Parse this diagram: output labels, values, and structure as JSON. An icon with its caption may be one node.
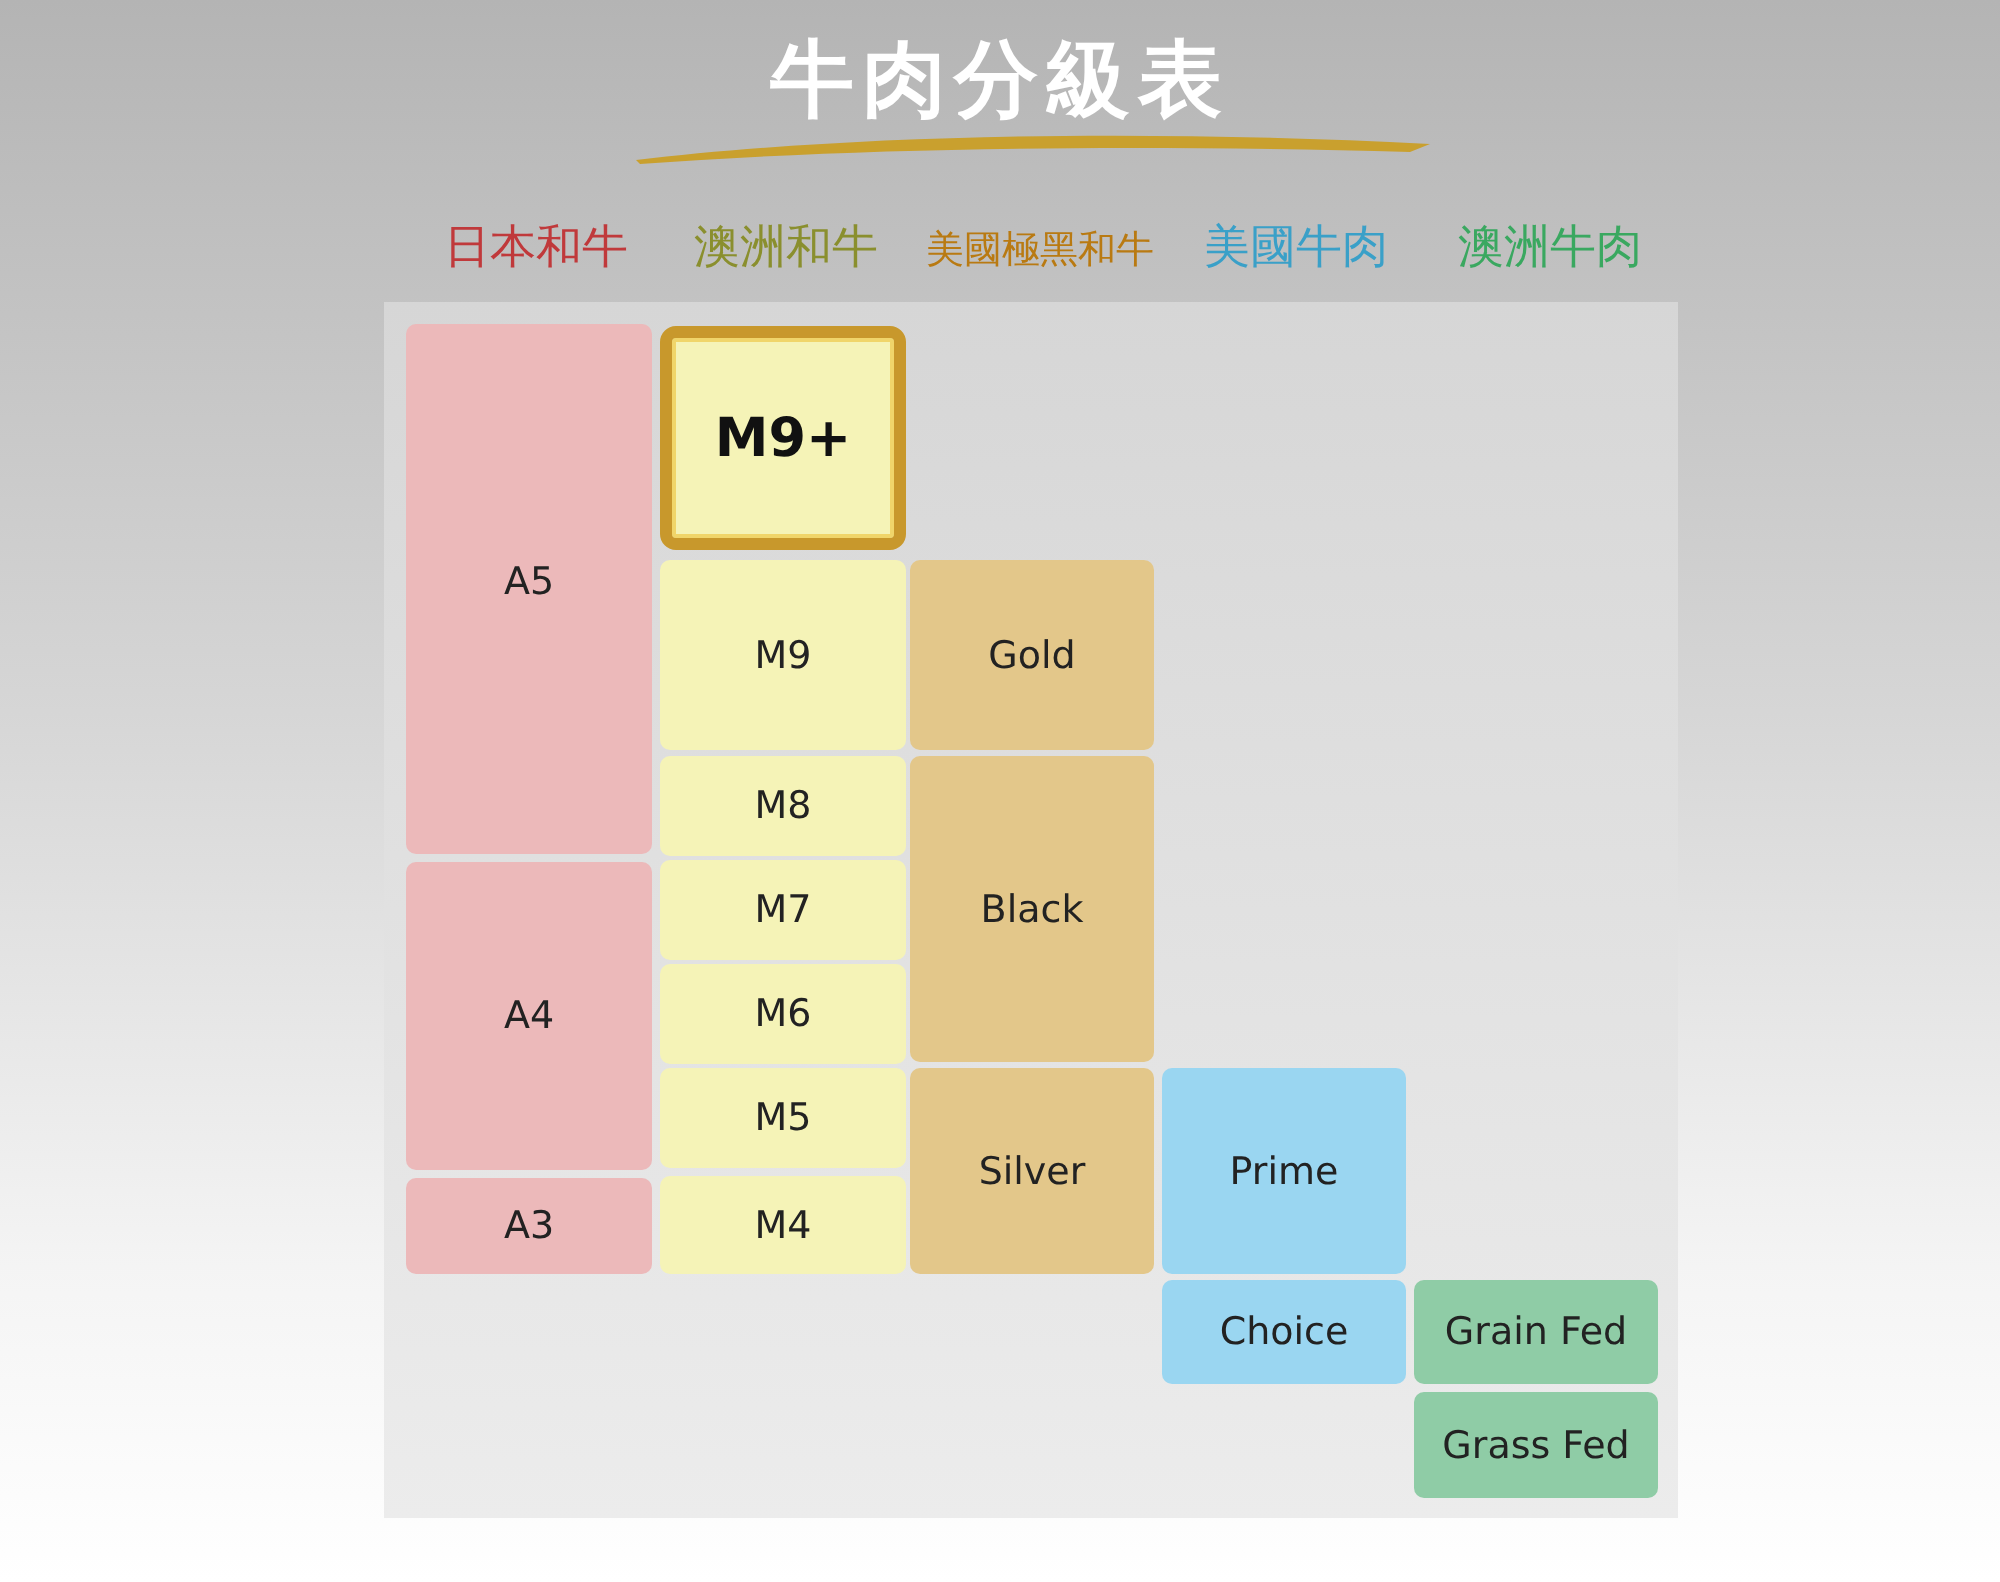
{
  "diagram": {
    "title": "牛肉分級表",
    "nodes": [
      {
        "text": [
          "A5"
        ]
      },
      {
        "text": [
          "M9+"
        ]
      },
      {
        "text": [
          "M9"
        ]
      },
      {
        "text": [
          "Gold"
        ]
      },
      {
        "text": [
          "M8"
        ]
      },
      {
        "text": [
          "Black"
        ]
      },
      {
        "text": [
          "A4"
        ]
      },
      {
        "text": [
          "M7"
        ]
      },
      {
        "text": [
          "M6"
        ]
      },
      {
        "text": [
          "M5"
        ]
      },
      {
        "text": [
          "Silver"
        ]
      },
      {
        "text": [
          "Prime"
        ]
      },
      {
        "text": [
          "A3"
        ]
      },
      {
        "text": [
          "M4"
        ]
      },
      {
        "text": [
          "Choice"
        ]
      },
      {
        "text": [
          "Grain Fed"
        ]
      },
      {
        "text": [
          "Grass Fed"
        ]
      }
    ],
    "labels": [
      "日本和牛",
      "澳洲和牛",
      "美國極黑和牛",
      "美國牛肉",
      "澳洲牛肉"
    ]
  }
}
